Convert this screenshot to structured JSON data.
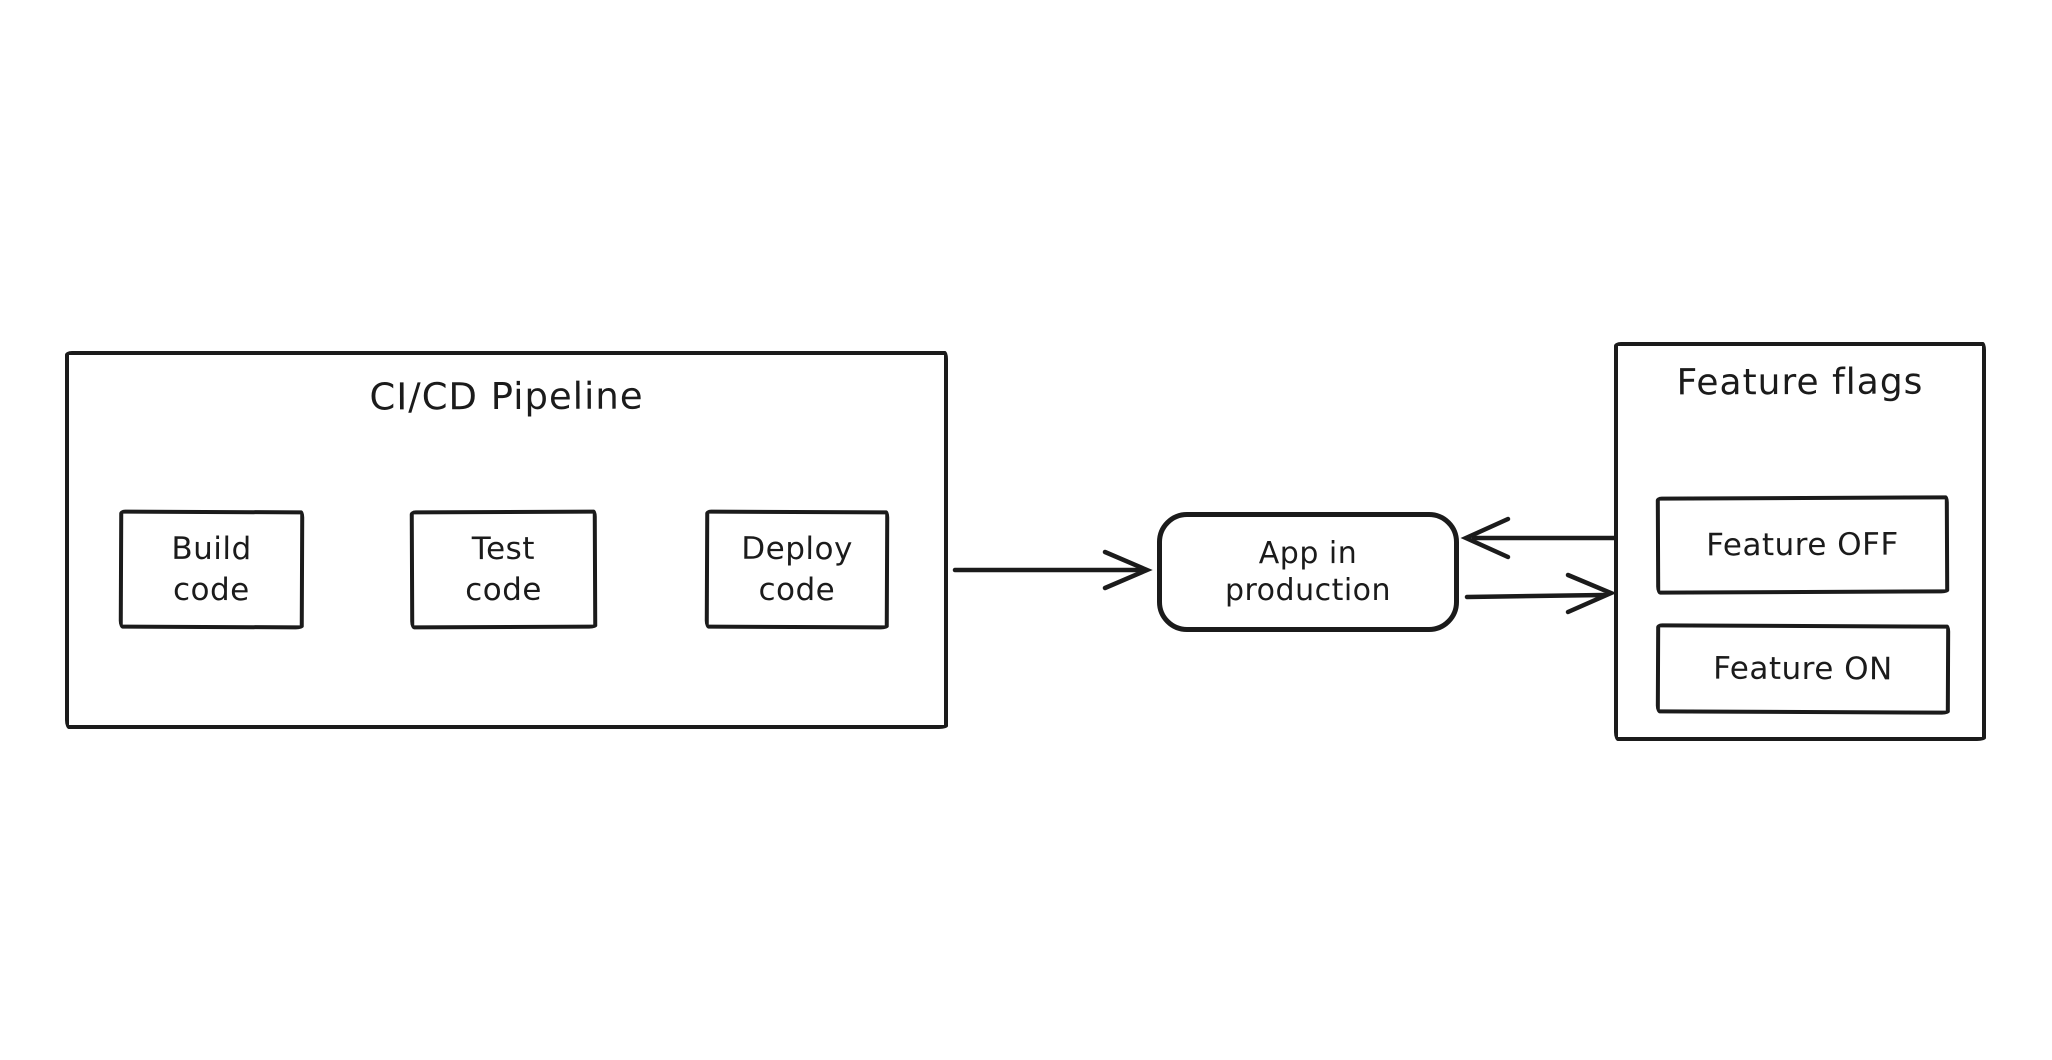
{
  "diagram": {
    "background_color": "#ffffff",
    "stroke_color": "#1b1b1b",
    "pipeline": {
      "title": "CI/CD Pipeline",
      "nodes": [
        {
          "id": "build-code",
          "line1": "Build",
          "line2": "code"
        },
        {
          "id": "test-code",
          "line1": "Test",
          "line2": "code"
        },
        {
          "id": "deploy-code",
          "line1": "Deploy",
          "line2": "code"
        }
      ]
    },
    "app": {
      "id": "app-in-production",
      "line1": "App in",
      "line2": "production"
    },
    "feature_flags": {
      "title": "Feature flags",
      "items": [
        {
          "id": "feature-off",
          "label": "Feature OFF"
        },
        {
          "id": "feature-on",
          "label": "Feature ON"
        }
      ]
    },
    "edges": [
      {
        "from": "build-code",
        "to": "test-code",
        "direction": "right"
      },
      {
        "from": "test-code",
        "to": "deploy-code",
        "direction": "right"
      },
      {
        "from": "cicd-pipeline",
        "to": "app-in-production",
        "direction": "right"
      },
      {
        "from": "feature-flags",
        "to": "app-in-production",
        "direction": "left"
      },
      {
        "from": "app-in-production",
        "to": "feature-flags",
        "direction": "right"
      }
    ]
  }
}
